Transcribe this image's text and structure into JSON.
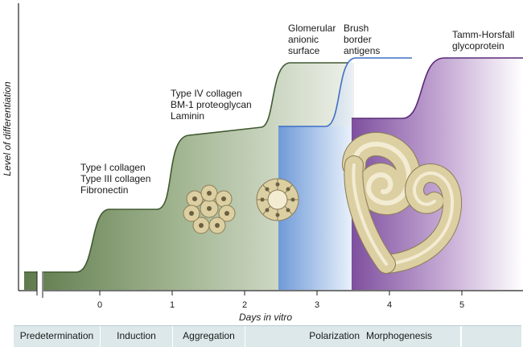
{
  "axes": {
    "y_label": "Level of differentiation",
    "x_label": "Days in vitro",
    "x_ticks": [
      "0",
      "1",
      "2",
      "3",
      "4",
      "5"
    ]
  },
  "markers": [
    {
      "lines": [
        "Type I collagen",
        "Type III collagen",
        "Fibronectin"
      ]
    },
    {
      "lines": [
        "Type IV collagen",
        "BM-1 proteoglycan",
        "Laminin"
      ]
    },
    {
      "lines": [
        "Glomerular",
        "anionic",
        "surface"
      ]
    },
    {
      "lines": [
        "Brush",
        "border",
        "antigens"
      ]
    },
    {
      "lines": [
        "Tamm-Horsfall",
        "glycoprotein"
      ]
    }
  ],
  "stages": [
    "Predetermination",
    "Induction",
    "Aggregation",
    "Polarization",
    "Morphogenesis",
    ""
  ],
  "colors": {
    "green": "#6f8a5c",
    "blue": "#6f9ad8",
    "purple": "#8a5aa6",
    "cell": "#dccfa2",
    "cell_stroke": "#8a7d55"
  }
}
